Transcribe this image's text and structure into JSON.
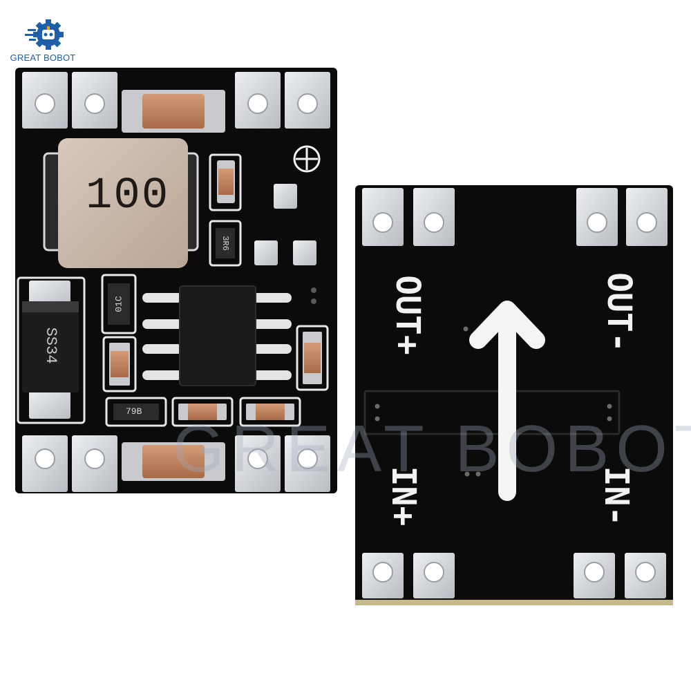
{
  "brand": {
    "name": "GREAT BOBOT",
    "primary_color": "#1e5fa8",
    "accent_color": "#f0a020"
  },
  "board_front": {
    "inductor_marking": "100",
    "diode_marking": "SS34",
    "resistor_markings": [
      "01C",
      "79B",
      "3R6"
    ],
    "pcb_color": "#0b0b0b",
    "pad_color": "#d6d8dc"
  },
  "board_back": {
    "labels": {
      "out_plus": "OUT+",
      "out_minus": "OUT-",
      "in_plus": "IN+",
      "in_minus": "IN-"
    },
    "arrow_icon": "arrow-up-icon"
  },
  "watermark": "GREAT BOBOT"
}
